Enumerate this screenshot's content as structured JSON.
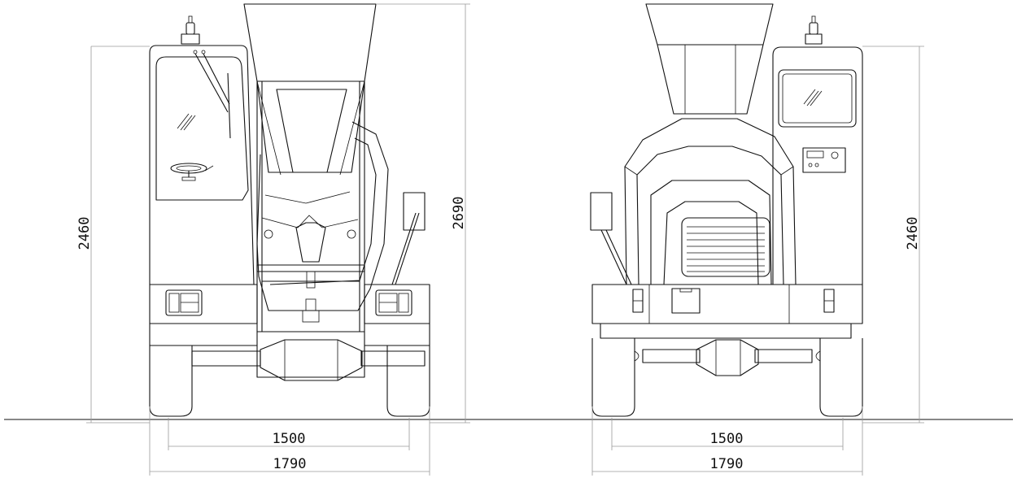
{
  "views": {
    "front": {
      "dimensions": {
        "cab_height": "2460",
        "overall_height": "2690",
        "track_width": "1500",
        "overall_width": "1790"
      }
    },
    "rear": {
      "dimensions": {
        "cab_height": "2460",
        "track_width": "1500",
        "overall_width": "1790"
      }
    }
  },
  "colors": {
    "line": "#111111",
    "dimension_line": "#9a9a9a",
    "background": "#ffffff"
  }
}
